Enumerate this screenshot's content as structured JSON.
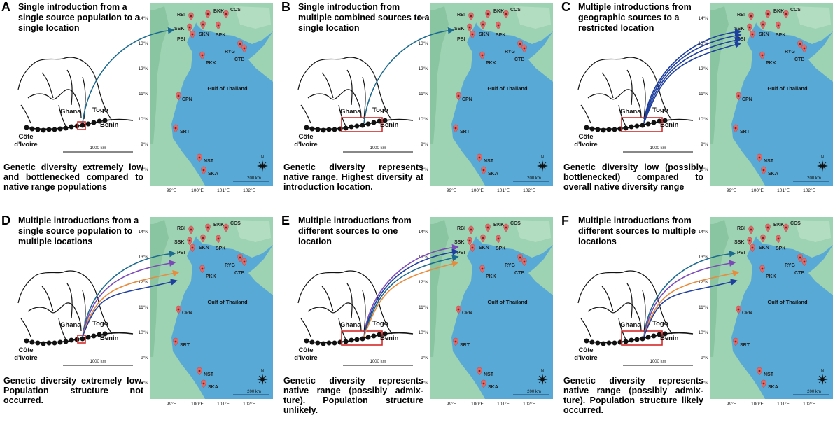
{
  "panels": [
    {
      "letter": "A",
      "title": "Single introduction from a single source population to a single location",
      "note": "Genetic diversity extremely low and bottlenecked compared to native range populations"
    },
    {
      "letter": "B",
      "title": "Single introduction from multiple combined sources to a single location",
      "note": "Genetic diversity represents native range. Highest diversity at introduction location."
    },
    {
      "letter": "C",
      "title": "Multiple introductions from geographic sources to a restricted location",
      "note": "Genetic diversity low (possibly bottlenecked) compared to overall native diversity range"
    },
    {
      "letter": "D",
      "title": "Multiple introductions from a single source population to multiple locations",
      "note": "Genetic diversity extremely low. Population structure not occurred."
    },
    {
      "letter": "E",
      "title": "Multiple introductions from different sources to one location",
      "note": "Genetic diversity represents native range (possibly admix-ture). Population structure unlikely."
    },
    {
      "letter": "F",
      "title": "Multiple introductions from different sources to multiple locations",
      "note": "Genetic diversity represents native range (possibly admix-ture). Population structure likely occurred."
    }
  ],
  "africa_map": {
    "countries": [
      "Ghana",
      "Togo",
      "Benin",
      "Côte d'Ivoire"
    ],
    "scale": "1000 km"
  },
  "thailand_map": {
    "sea_label": "Gulf of Thailand",
    "sites": [
      "RBI",
      "BKK",
      "CCS",
      "SSK",
      "PBI",
      "SKN",
      "SPK",
      "RYG",
      "CTB",
      "PKK",
      "CPN",
      "SRT",
      "NST",
      "SKA"
    ],
    "lat_ticks": [
      "14°N",
      "13°N",
      "12°N",
      "11°N",
      "10°N",
      "9°N",
      "8°N"
    ],
    "lon_ticks": [
      "99°E",
      "100°E",
      "101°E",
      "102°E"
    ],
    "scale": "200 km",
    "north": "N"
  },
  "colors": {
    "sea": "#58a9d6",
    "land": "#9dd3b2",
    "pin": "#e06a6a",
    "arrow_dark_blue": "#1f3f9e",
    "arrow_teal": "#1c6a8f",
    "arrow_purple": "#7b49b8",
    "arrow_orange": "#e78b3c",
    "source_box": "#d42a2a"
  }
}
